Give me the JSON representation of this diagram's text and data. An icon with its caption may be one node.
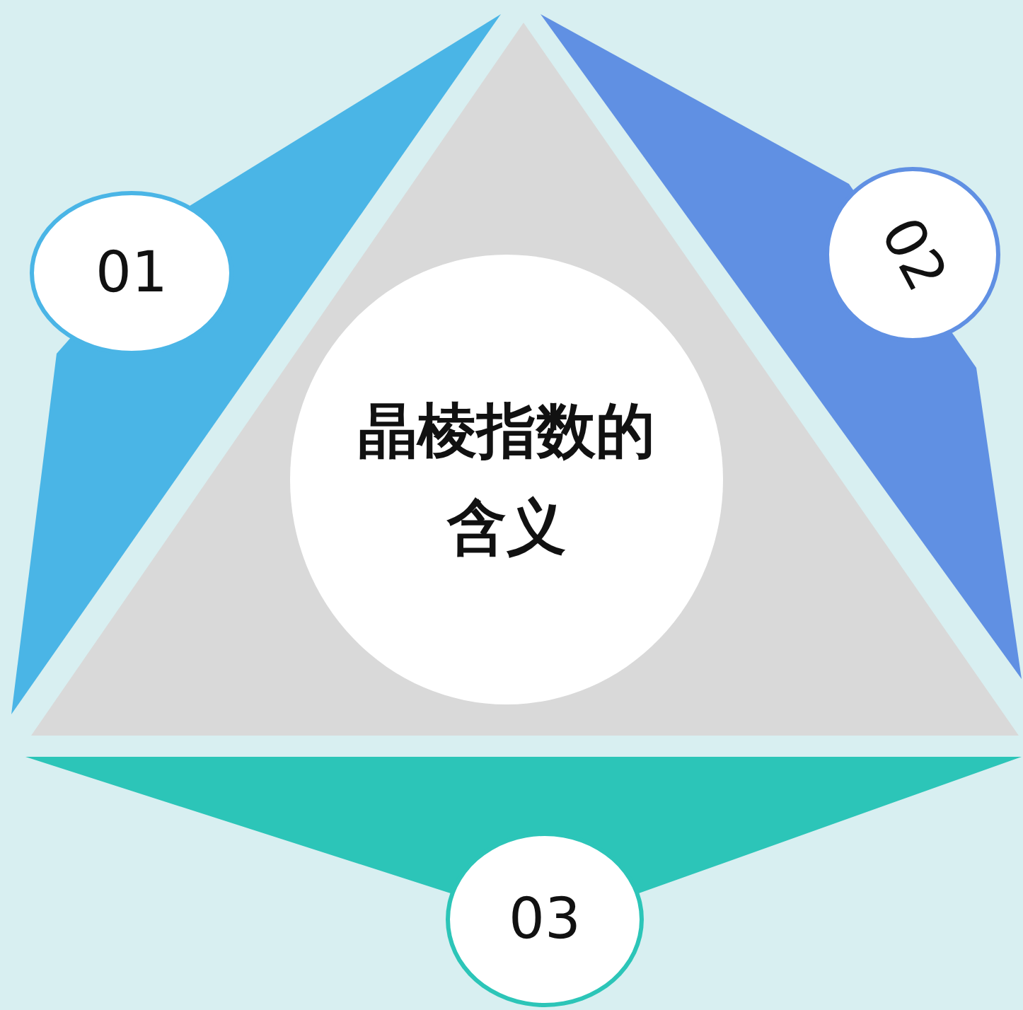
{
  "diagram": {
    "nodes": [
      {
        "text": [
          "01"
        ]
      },
      {
        "text": [
          "02"
        ]
      },
      {
        "text": [
          "晶棱指数的含义"
        ]
      },
      {
        "text": [
          "03"
        ]
      }
    ]
  }
}
